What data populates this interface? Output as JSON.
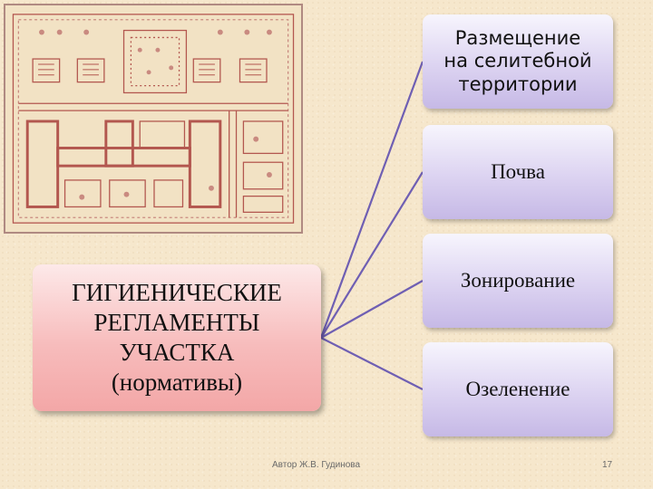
{
  "main_box": {
    "lines": [
      "ГИГИЕНИЧЕСКИЕ",
      "РЕГЛАМЕНТЫ",
      "УЧАСТКА",
      "(нормативы)"
    ]
  },
  "items": [
    {
      "lines": [
        "Размещение",
        "на селитебной",
        "территории"
      ]
    },
    {
      "lines": [
        "Почва"
      ]
    },
    {
      "lines": [
        "Зонирование"
      ]
    },
    {
      "lines": [
        "Озеленение"
      ]
    }
  ],
  "footer": {
    "author": "Автор Ж.В. Гудинова",
    "page_number": "17"
  },
  "colors": {
    "main_box": "#f7bcbc",
    "item_box": "#dcd3f1",
    "connector": "#6f5fb3",
    "plan_line": "#b3574f"
  }
}
